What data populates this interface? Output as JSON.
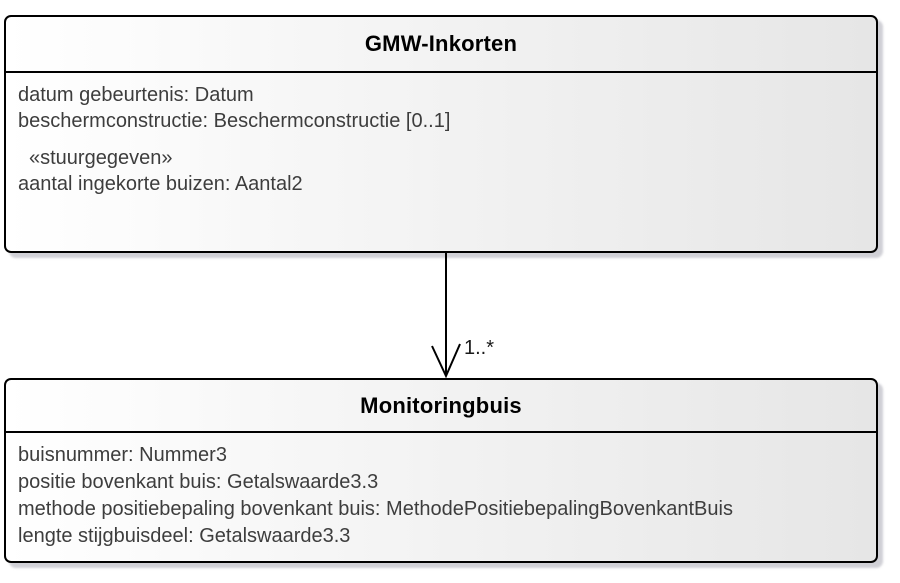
{
  "diagram": {
    "classes": [
      {
        "name": "GMW-Inkorten",
        "attributes": [
          "datum gebeurtenis: Datum",
          "beschermconstructie: Beschermconstructie [0..1]"
        ],
        "stereotype_label": "«stuurgegeven»",
        "stereotype_attributes": [
          "aantal ingekorte buizen: Aantal2"
        ]
      },
      {
        "name": "Monitoringbuis",
        "attributes": [
          "buisnummer: Nummer3",
          "positie bovenkant buis: Getalswaarde3.3",
          "methode positiebepaling bovenkant buis: MethodePositiebepalingBovenkantBuis",
          "lengte stijgbuisdeel: Getalswaarde3.3"
        ]
      }
    ],
    "association": {
      "source": "GMW-Inkorten",
      "target": "Monitoringbuis",
      "target_multiplicity": "1..*"
    },
    "colors": {
      "background": "#ffffff",
      "box_fill_left": "#ffffff",
      "box_fill_right": "#e6e6e6",
      "box_border": "#000000",
      "title_text": "#000000",
      "attribute_text": "#3d3d3d",
      "connector": "#000000",
      "shadow": "#aaaab4"
    }
  }
}
